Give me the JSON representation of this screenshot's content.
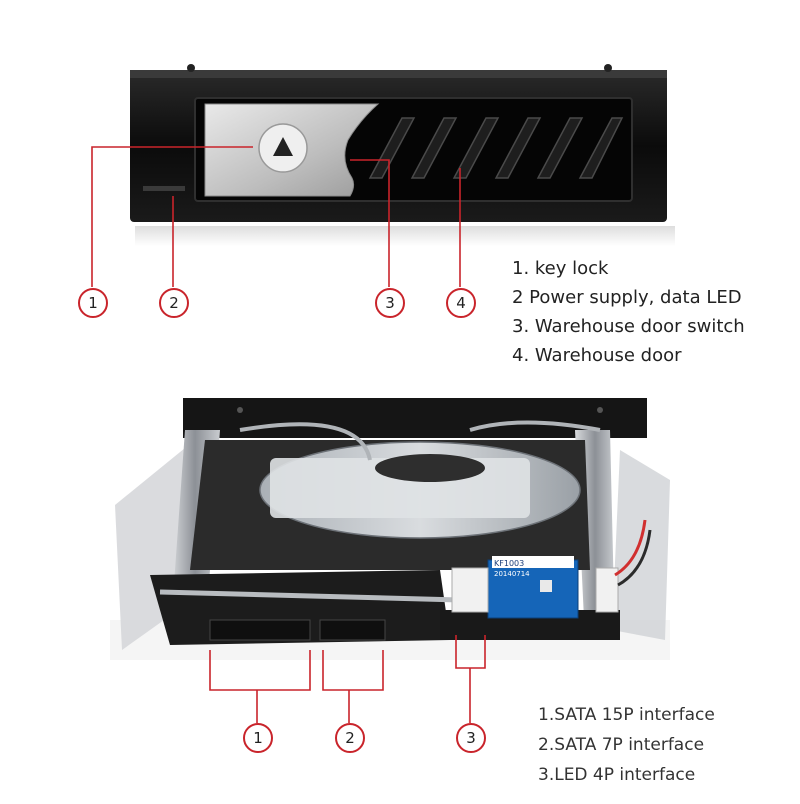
{
  "top_figure": {
    "callouts": [
      "1",
      "2",
      "3",
      "4"
    ],
    "legend": [
      "1. key lock",
      "2 Power supply, data LED",
      "3. Warehouse door switch",
      "4. Warehouse door"
    ]
  },
  "bottom_figure": {
    "pcb_label_1": "KF1003",
    "pcb_label_2": "20140714",
    "callouts": [
      "1",
      "2",
      "3"
    ],
    "legend": [
      "1.SATA 15P interface",
      "2.SATA 7P interface",
      "3.LED 4P interface"
    ]
  },
  "colors": {
    "callout_red": "#c9242b",
    "frame_black": "#0d0d0d",
    "lock_silver": "#c8c8c8",
    "steel": "#9aa0a6"
  }
}
